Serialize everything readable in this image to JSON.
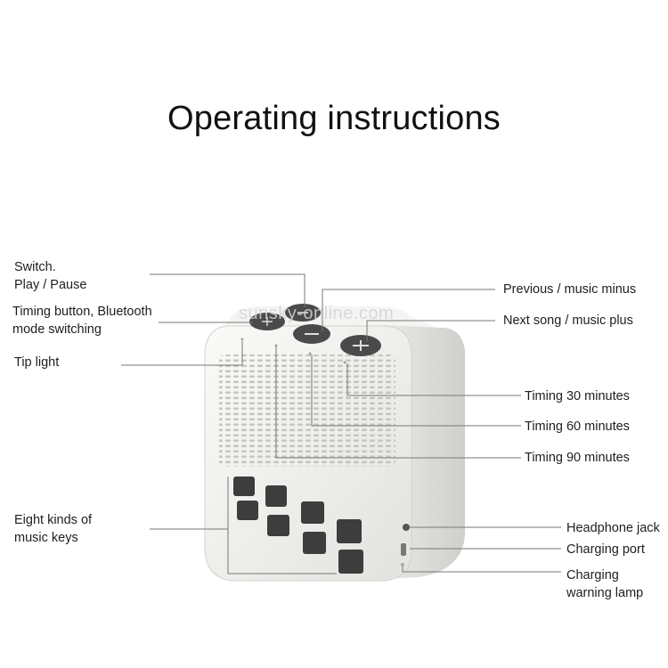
{
  "title": "Operating instructions",
  "watermark": "sunsky-online.com",
  "labels": {
    "switch_line1": "Switch.",
    "switch_line2": "Play / Pause",
    "timing_line1": "Timing button, Bluetooth",
    "timing_line2": "mode switching",
    "tip_light": "Tip light",
    "music_keys_line1": "Eight kinds of",
    "music_keys_line2": "music keys",
    "previous": "Previous / music minus",
    "next": "Next song / music plus",
    "timing30": "Timing 30 minutes",
    "timing60": "Timing 60 minutes",
    "timing90": "Timing 90 minutes",
    "headphone": "Headphone jack",
    "charging_port": "Charging port",
    "charging_lamp_line1": "Charging",
    "charging_lamp_line2": "warning lamp"
  },
  "colors": {
    "body": "#f2f2f0",
    "body_shade": "#d9d9d6",
    "grille": "#e6e6e3",
    "grille_hole": "#c9c9c6",
    "button": "#4a4a4a",
    "key": "#3c3c3c",
    "leader": "#777777"
  },
  "icons": [
    "timer-icon",
    "minus-icon",
    "plus-icon",
    "play-pause-icon"
  ]
}
